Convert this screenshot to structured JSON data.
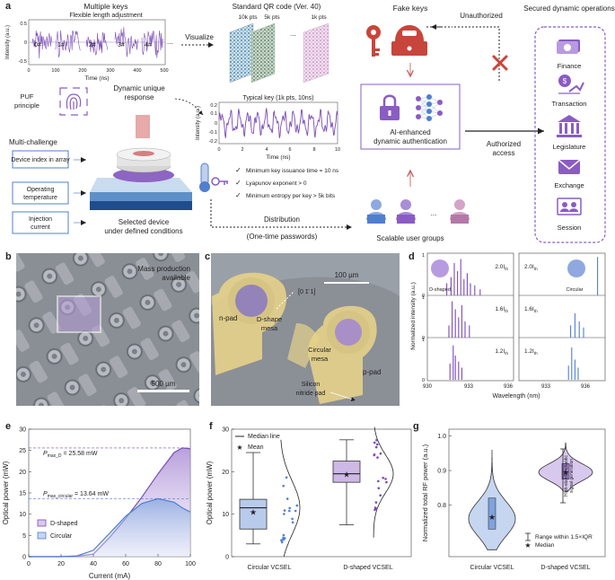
{
  "panel_a": {
    "label": "a",
    "multiple_keys": "Multiple keys",
    "flexible_length": "Flexible length adjustment",
    "key_labels": [
      "0#",
      "1#",
      "2#",
      "3#",
      "4#"
    ],
    "ellipsis": "...",
    "y_axis": "Intensity (a.u.)",
    "x_axis": "Time (ns)",
    "x_ticks": [
      "0",
      "100",
      "200",
      "300",
      "400",
      "500"
    ],
    "y_ticks": [
      "0.5",
      "0",
      "-0.5"
    ],
    "visualize": "Visualize",
    "qr_title": "Standard QR code (Ver. 40)",
    "qr_labels": [
      "10k pts",
      "5k pts",
      "1k pts"
    ],
    "puf_principle_1": "PUF",
    "puf_principle_2": "principle",
    "dynamic_response_1": "Dynamic unique",
    "dynamic_response_2": "response",
    "typical_key": "Typical key (1k pts, 10ns)",
    "key_y_axis": "Intensity (a.u.)",
    "key_x_axis": "Time (ns)",
    "key_y_ticks": [
      "0.2",
      "0.1",
      "0",
      "-0.1",
      "-0.2"
    ],
    "key_x_ticks": [
      "0",
      "2",
      "4",
      "6",
      "8",
      "10"
    ],
    "multi_challenge": "Multi-challenge",
    "challenge_1": "Device index in array",
    "challenge_2_l1": "Operating",
    "challenge_2_l2": "temperature",
    "challenge_3_l1": "Injection",
    "challenge_3_l2": "current",
    "selected_device_1": "Selected device",
    "selected_device_2": "under defined conditions",
    "check_1": "Minimum key issuance time = 10 ns",
    "check_2": "Lyapunov exponent > 0",
    "check_3": "Minimum entropy per key > 5k bits",
    "distribution": "Distribution",
    "one_time": "(One-time passwords)",
    "fake_keys": "Fake keys",
    "unauthorized": "Unauthorized",
    "ai_auth_1": "AI-enhanced",
    "ai_auth_2": "dynamic authentication",
    "authorized_1": "Authorized",
    "authorized_2": "access",
    "scalable": "Scalable user groups",
    "secured_title": "Secured dynamic operations",
    "operations": [
      "Finance",
      "Transaction",
      "Legislature",
      "Exchange",
      "Session"
    ]
  },
  "panel_b": {
    "label": "b",
    "mass_1": "Mass production",
    "mass_2": "available",
    "scale": "500 µm"
  },
  "panel_c": {
    "label": "c",
    "scale": "100 µm",
    "direction": "[0 1̄ 1]",
    "n_pad": "n-pad",
    "d_mesa_1": "D-shape",
    "d_mesa_2": "mesa",
    "c_mesa_1": "Circular",
    "c_mesa_2": "mesa",
    "p_pad": "p-pad",
    "nitride_1": "Silicon",
    "nitride_2": "nitride pad"
  },
  "panel_d": {
    "label": "d",
    "y_axis": "Normalized intensity (a.u.)",
    "x_axis": "Wavelength (nm)",
    "x_ticks": [
      "930",
      "933",
      "936",
      "933",
      "936"
    ],
    "y_ticks": [
      "1",
      "0"
    ],
    "left_legend": "D-shaped",
    "right_legend": "Circular",
    "currents": [
      "2.0I",
      "1.6I",
      "1.2I"
    ],
    "sub": "th"
  },
  "panel_e": {
    "label": "e",
    "y_axis": "Optical power (mW)",
    "x_axis": "Current (mA)",
    "pmax_d": "= 25.58 mW",
    "pmax_c": "= 13.64 mW",
    "pmax_d_sym": "P",
    "pmax_d_sub": "max_D",
    "pmax_c_sym": "P",
    "pmax_c_sub": "max_circular",
    "legend": [
      "D-shaped",
      "Circular"
    ]
  },
  "panel_f": {
    "label": "f",
    "y_axis": "Optical power (mW)",
    "legend_median": "Median line",
    "legend_mean": "Mean",
    "categories": [
      "Circular VCSEL",
      "D-shaped VCSEL"
    ]
  },
  "panel_g": {
    "label": "g",
    "y_axis": "Normalized total RF power (a.u.)",
    "annotation_1": "High-stability chaotic",
    "annotation_2": "signal generation",
    "legend_range": "Range within 1.5×IQR",
    "legend_median": "Median",
    "categories": [
      "Circular VCSEL",
      "D-shaped VCSEL"
    ]
  },
  "colors": {
    "purple": "#7b4bb5",
    "purple_light": "#d9c8ee",
    "blue": "#4f7fcf",
    "blue_light": "#c6d6f0",
    "red": "#c8453b",
    "pad_yellow": "#e5d28a"
  },
  "chart_data": [
    {
      "type": "line",
      "title": "Typical key (1k pts, 10ns)",
      "xlabel": "Time (ns)",
      "ylabel": "Intensity (a.u.)",
      "xlim": [
        0,
        10
      ],
      "ylim": [
        -0.25,
        0.25
      ]
    },
    {
      "type": "bar",
      "xlabel": "Wavelength (nm)",
      "ylabel": "Normalized intensity (a.u.)",
      "series": [
        {
          "name": "D-shaped",
          "x": [
            931.8,
            932.3,
            932.7,
            933.0,
            933.4,
            933.8,
            934.3
          ],
          "values": [
            0.35,
            0.6,
            0.9,
            0.7,
            0.5,
            0.3,
            0.2
          ]
        },
        {
          "name": "Circular",
          "x": [
            937.3
          ],
          "values": [
            1.0
          ]
        }
      ]
    },
    {
      "type": "line",
      "xlabel": "Current (mA)",
      "ylabel": "Optical power (mW)",
      "xlim": [
        0,
        100
      ],
      "ylim": [
        0,
        30
      ],
      "x": [
        0,
        10,
        20,
        30,
        40,
        50,
        60,
        70,
        80,
        90,
        95,
        100
      ],
      "series": [
        {
          "name": "D-shaped",
          "values": [
            0,
            0,
            0,
            0.1,
            0.6,
            4.5,
            9.0,
            14.0,
            19.5,
            24.5,
            25.58,
            25.4
          ]
        },
        {
          "name": "Circular",
          "values": [
            0,
            0,
            0,
            0.2,
            1.5,
            5.5,
            9.5,
            12.5,
            13.64,
            12.8,
            11.5,
            10.5
          ]
        }
      ],
      "annotations": [
        "P_max_D = 25.58 mW",
        "P_max_circular = 13.64 mW"
      ]
    },
    {
      "type": "box",
      "ylabel": "Optical power (mW)",
      "ylim": [
        0,
        30
      ],
      "categories": [
        "Circular VCSEL",
        "D-shaped VCSEL"
      ],
      "series": [
        {
          "name": "Circular VCSEL",
          "median": 11.5,
          "mean": 10.5,
          "q1": 6.5,
          "q3": 13.5,
          "whisker": [
            3,
            24.5
          ]
        },
        {
          "name": "D-shaped VCSEL",
          "median": 19.5,
          "mean": 19.3,
          "q1": 17.5,
          "q3": 22.5,
          "whisker": [
            7.5,
            27.5
          ]
        }
      ]
    },
    {
      "type": "violin",
      "ylabel": "Normalized total RF power (a.u.)",
      "ylim": [
        0.65,
        1.02
      ],
      "categories": [
        "Circular VCSEL",
        "D-shaped VCSEL"
      ],
      "series": [
        {
          "name": "Circular VCSEL",
          "median": 0.765,
          "q1": 0.73,
          "q3": 0.82
        },
        {
          "name": "D-shaped VCSEL",
          "median": 0.895,
          "q1": 0.875,
          "q3": 0.92
        }
      ]
    }
  ]
}
